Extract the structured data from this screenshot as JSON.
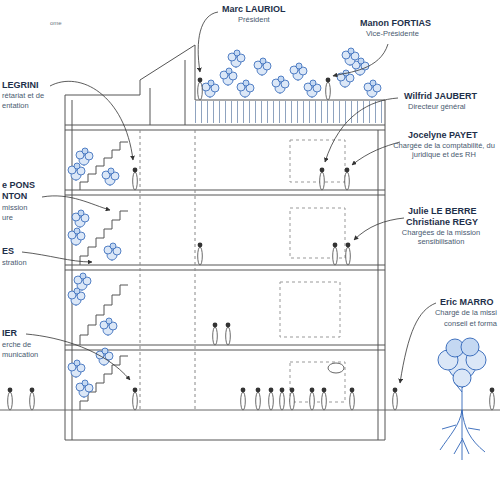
{
  "diagram": {
    "labels": [
      "ome",
      "LEGRINI",
      "rétariat et de",
      "entation",
      "e PONS",
      "NTON",
      "mission",
      "ure",
      "ES",
      "stration",
      "IER",
      "erche de",
      "munication",
      "Marc LAURIOL",
      "Président",
      "Manon FORTIAS",
      "Vice-Présidente",
      "Wilfrid JAUBERT",
      "Directeur général",
      "Jocelyne PAYET",
      "Chargée de la comptabilité, du juridique et des RH",
      "Julie LE BERRE",
      "Christiane REGY",
      "Chargées de la mission sensibilisation",
      "Eric MARRO",
      "Chargé de la missi",
      "conseil et forma"
    ]
  }
}
